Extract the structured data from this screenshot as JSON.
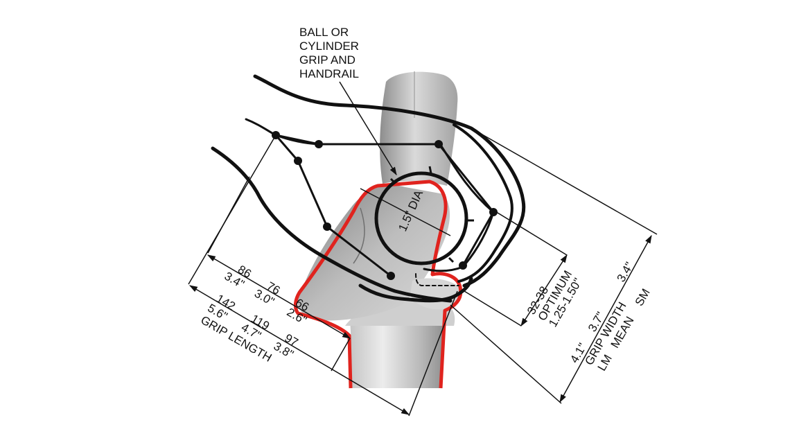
{
  "callout": {
    "line1": "BALL OR",
    "line2": "CYLINDER",
    "line3": "GRIP AND",
    "line4": "HANDRAIL"
  },
  "diameter_label": "1.5\" DIA",
  "grip_length": {
    "label": "GRIP LENGTH",
    "row1_mm": {
      "lm": "86",
      "mean": "76",
      "sm": "66"
    },
    "row1_in": {
      "lm": "3.4\"",
      "mean": "3.0\"",
      "sm": "2.6\""
    },
    "row2_mm": {
      "lm": "142",
      "mean": "119",
      "sm": "97"
    },
    "row2_in": {
      "lm": "5.6\"",
      "mean": "4.7\"",
      "sm": "3.8\""
    }
  },
  "optimum": {
    "mm": "32-38",
    "label": "OPTIMUM",
    "inches": "1.25-1.50\""
  },
  "grip_width": {
    "values": {
      "lm": "4.1\"",
      "mean": "3.7\"",
      "sm": "3.4\""
    },
    "label": "GRIP WIDTH",
    "cols": {
      "lm": "LM",
      "mean": "MEAN",
      "sm": "SM"
    }
  },
  "colors": {
    "hand_outline": "#e0231e",
    "finger_stroke": "#111111",
    "hand_fill_light": "#e6e6e6",
    "hand_fill_dark": "#9a9a9a"
  }
}
